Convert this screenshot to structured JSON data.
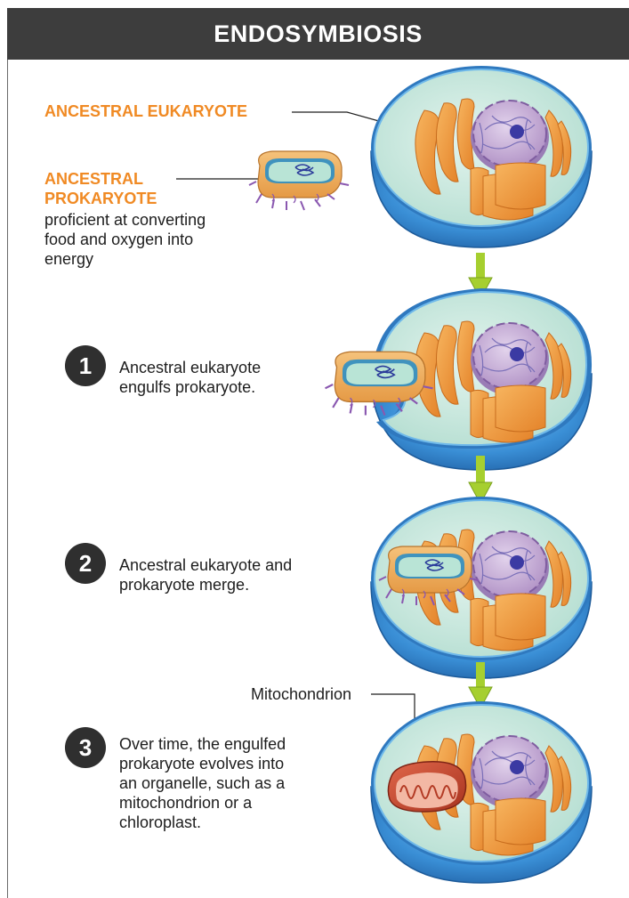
{
  "header": {
    "title": "ENDOSYMBIOSIS"
  },
  "labels": {
    "ancestral_eukaryote": "ANCESTRAL EUKARYOTE",
    "ancestral_prokaryote_line1": "ANCESTRAL",
    "ancestral_prokaryote_line2": "PROKARYOTE",
    "prokaryote_desc": [
      "proficient at converting",
      "food and oxygen into",
      "energy"
    ],
    "mitochondrion": "Mitochondrion"
  },
  "steps": [
    {
      "number": "1",
      "lines": [
        "Ancestral eukaryote",
        "engulfs prokaryote."
      ]
    },
    {
      "number": "2",
      "lines": [
        "Ancestral eukaryote and",
        "prokaryote merge."
      ]
    },
    {
      "number": "3",
      "lines": [
        "Over time, the engulfed",
        "prokaryote evolves into",
        "an organelle, such as a",
        "mitochondrion or a",
        "chloroplast."
      ]
    }
  ],
  "colors": {
    "header_bg": "#3d3d3d",
    "label_orange": "#f08a24",
    "cell_blue": "#3a8fd6",
    "cytoplasm": "#c8e8dc",
    "golgi_orange": "#f29a3c",
    "nucleus_purple": "#c9b0d8",
    "nucleolus": "#3b3aa3",
    "arrow_green": "#a6cf2f",
    "mitochondrion_red": "#c84630"
  }
}
